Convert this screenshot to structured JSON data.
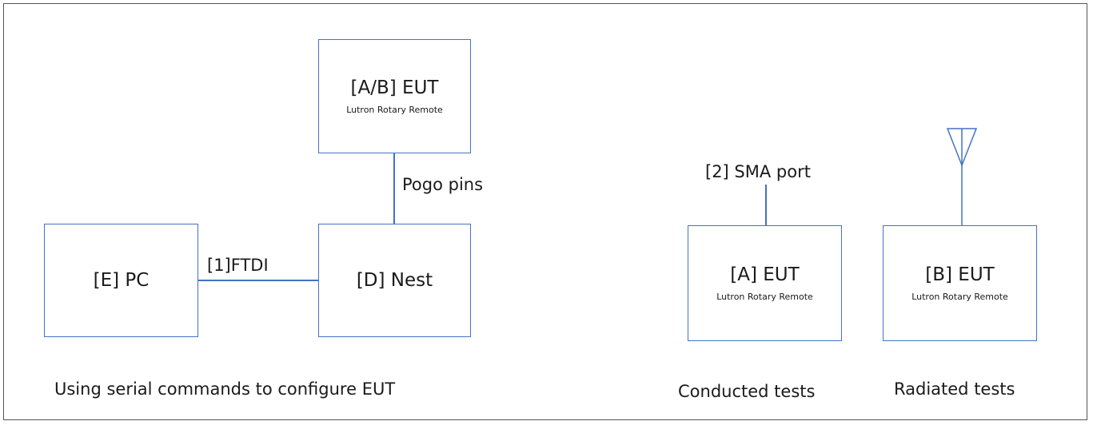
{
  "boxes": {
    "eut_ab": {
      "title": "[A/B] EUT",
      "subtitle": "Lutron Rotary Remote"
    },
    "pc": {
      "title": "[E] PC"
    },
    "nest": {
      "title": "[D] Nest"
    },
    "eut_a": {
      "title": "[A] EUT",
      "subtitle": "Lutron Rotary Remote"
    },
    "eut_b": {
      "title": "[B] EUT",
      "subtitle": "Lutron Rotary Remote"
    }
  },
  "connections": {
    "pogo": "Pogo pins",
    "ftdi": "[1]FTDI",
    "sma": "[2] SMA port"
  },
  "captions": {
    "serial": "Using serial commands to configure EUT",
    "conducted": "Conducted tests",
    "radiated": "Radiated tests"
  },
  "colors": {
    "box_border": "#4472c4",
    "frame_border": "#555555",
    "text": "#1a1a1a"
  },
  "icons": {
    "antenna": "antenna-icon"
  }
}
